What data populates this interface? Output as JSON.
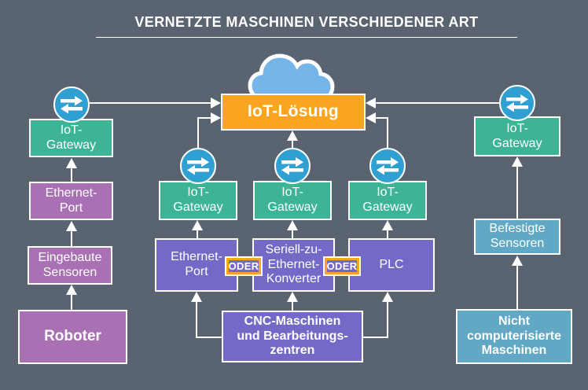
{
  "title": "VERNETZTE MASCHINEN VERSCHIEDENER ART",
  "colors": {
    "background": "#5A6370",
    "solution_orange": "#F9A51F",
    "gateway_teal": "#3CB495",
    "robot_purple": "#A971B4",
    "cnc_violet": "#7569C7",
    "sensor_blue": "#61A8C4",
    "icon_blue": "#309FD1",
    "cloud_blue": "#76B5E9",
    "line_white": "#FFFFFF"
  },
  "icons": {
    "cloud": "cloud-icon",
    "transfer": "transfer-arrows-icon"
  },
  "solution": {
    "label": "IoT-Lösung"
  },
  "robot_column": {
    "gateway_label": "IoT-\nGateway",
    "port_label": "Ethernet-\nPort",
    "sensor_label": "Eingebaute\nSensoren",
    "machine_label": "Roboter"
  },
  "cnc_column": {
    "gateway_labels": [
      "IoT-\nGateway",
      "IoT-\nGateway",
      "IoT-\nGateway"
    ],
    "interface_labels": [
      "Ethernet-\nPort",
      "Seriell-zu-\nEthernet-\nKonverter",
      "PLC"
    ],
    "or_labels": [
      "ODER",
      "ODER"
    ],
    "machine_label": "CNC-Maschinen\nund Bearbeitungs-\nzentren"
  },
  "manual_column": {
    "gateway_label": "IoT-\nGateway",
    "sensor_label": "Befestigte\nSensoren",
    "machine_label": "Nicht\ncomputerisierte\nMaschinen"
  }
}
